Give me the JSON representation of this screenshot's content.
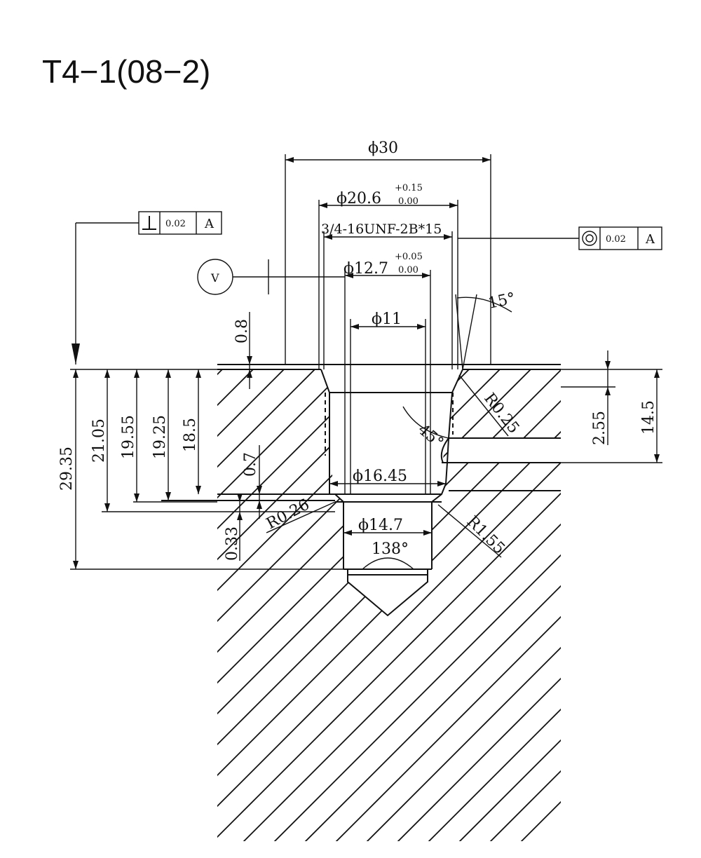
{
  "title": "T4−1(08−2)",
  "dimensions": {
    "d30": "ϕ30",
    "d20_6": "ϕ20.6",
    "d20_6_tol_upper": "+0.15",
    "d20_6_tol_lower": "0.00",
    "thread": "3/4-16UNF-2B*15",
    "d12_7": "ϕ12.7",
    "d12_7_tol_upper": "+0.05",
    "d12_7_tol_lower": "0.00",
    "d11": "ϕ11",
    "d16_45": "ϕ16.45",
    "d14_7": "ϕ14.7",
    "angle_15": "15°",
    "angle_45": "45°",
    "angle_138": "138°",
    "r0_25": "R0.25",
    "r0_26": "R0.26",
    "r1_55": "R1.55",
    "v_0_8": "0.8",
    "v_29_35": "29.35",
    "v_21_05": "21.05",
    "v_19_55": "19.55",
    "v_19_25": "19.25",
    "v_18_5": "18.5",
    "v_0_7": "0.7",
    "v_0_33": "0.33",
    "v_2_55": "2.55",
    "v_14_5": "14.5"
  },
  "gdt": {
    "perpendicularity": {
      "symbol": "perpendicularity-icon",
      "tolerance": "0.02",
      "datum": "A"
    },
    "concentricity": {
      "symbol": "concentricity-icon",
      "tolerance": "0.02",
      "datum": "A"
    }
  },
  "surface_symbol": {
    "icon": "surface-finish-icon",
    "label": "V"
  }
}
